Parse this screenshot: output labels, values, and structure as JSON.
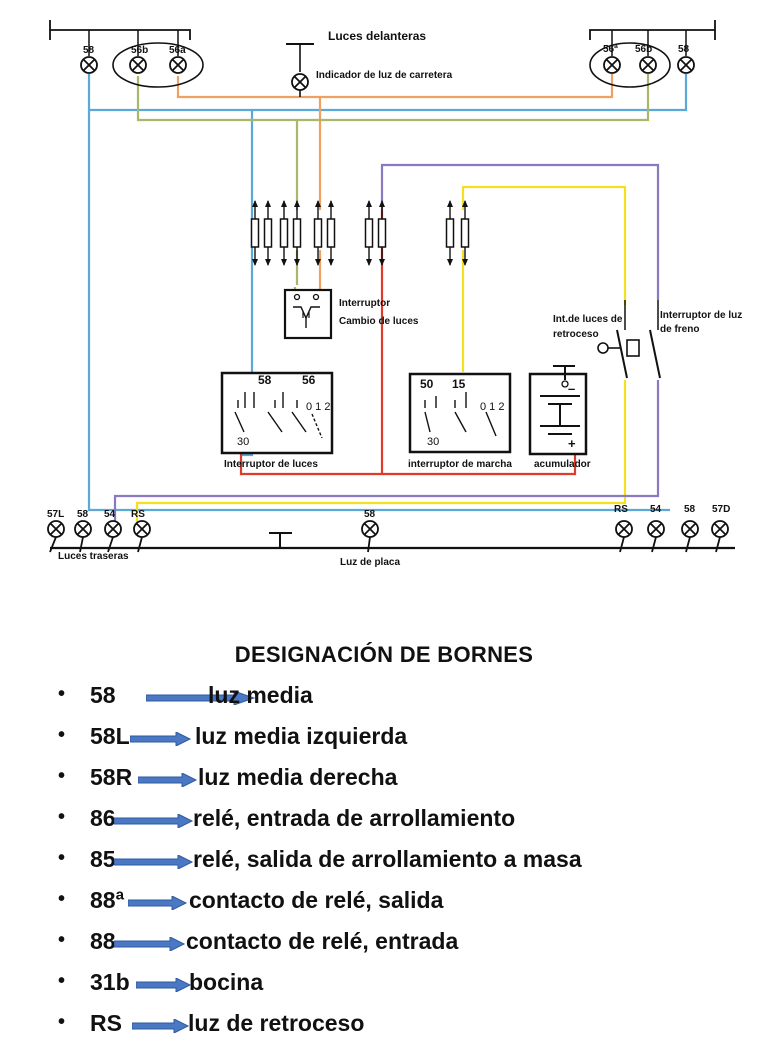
{
  "diagram": {
    "title_front": "Luces delanteras",
    "indicator_label": "Indicador de luz de carretera",
    "left_lamp_labels": [
      "58",
      "56b",
      "56a"
    ],
    "right_lamp_labels": [
      "56ª",
      "56b",
      "58"
    ],
    "switch_change_label_1": "Interruptor",
    "switch_change_label_2": "Cambio de luces",
    "reverse_switch_label_1": "Int.de luces de",
    "reverse_switch_label_2": "retroceso",
    "brake_switch_label_1": "Interruptor de luz",
    "brake_switch_label_2": "de freno",
    "light_switch_label": "Interruptor de luces",
    "light_switch_terms": [
      "58",
      "56",
      "30",
      "0 1 2"
    ],
    "ignition_switch_label": "interruptor de marcha",
    "ignition_switch_terms": [
      "50",
      "15",
      "30",
      "0 1 2"
    ],
    "battery_label": "acumulador",
    "battery_signs": [
      "–",
      "+"
    ],
    "rear_left_labels": [
      "57L",
      "58",
      "54",
      "RS"
    ],
    "rear_center_label": "58",
    "rear_right_labels": [
      "RS",
      "54",
      "58",
      "57D"
    ],
    "rear_lights_label": "Luces traseras",
    "plate_light_label": "Luz de placa"
  },
  "legend": {
    "title": "DESIGNACIÓN DE BORNES",
    "items": [
      {
        "code": "58",
        "desc": "luz media"
      },
      {
        "code": "58L",
        "desc": "luz media izquierda"
      },
      {
        "code": "58R",
        "desc": "luz media derecha"
      },
      {
        "code": "86",
        "desc": "relé, entrada de arrollamiento"
      },
      {
        "code": "85",
        "desc": "relé, salida de arrollamiento a masa"
      },
      {
        "code": "88ª",
        "desc": "contacto de relé, salida"
      },
      {
        "code": "88",
        "desc": "contacto de relé, entrada"
      },
      {
        "code": "31b",
        "desc": "bocina"
      },
      {
        "code": "RS",
        "desc": "luz de retroceso"
      }
    ]
  },
  "colors": {
    "light_blue": "#5aa9d6",
    "orange": "#f0a060",
    "olive_green": "#a8b86a",
    "red": "#e03a2a",
    "yellow": "#f5e020",
    "purple": "#8a78c0",
    "black": "#111111"
  }
}
